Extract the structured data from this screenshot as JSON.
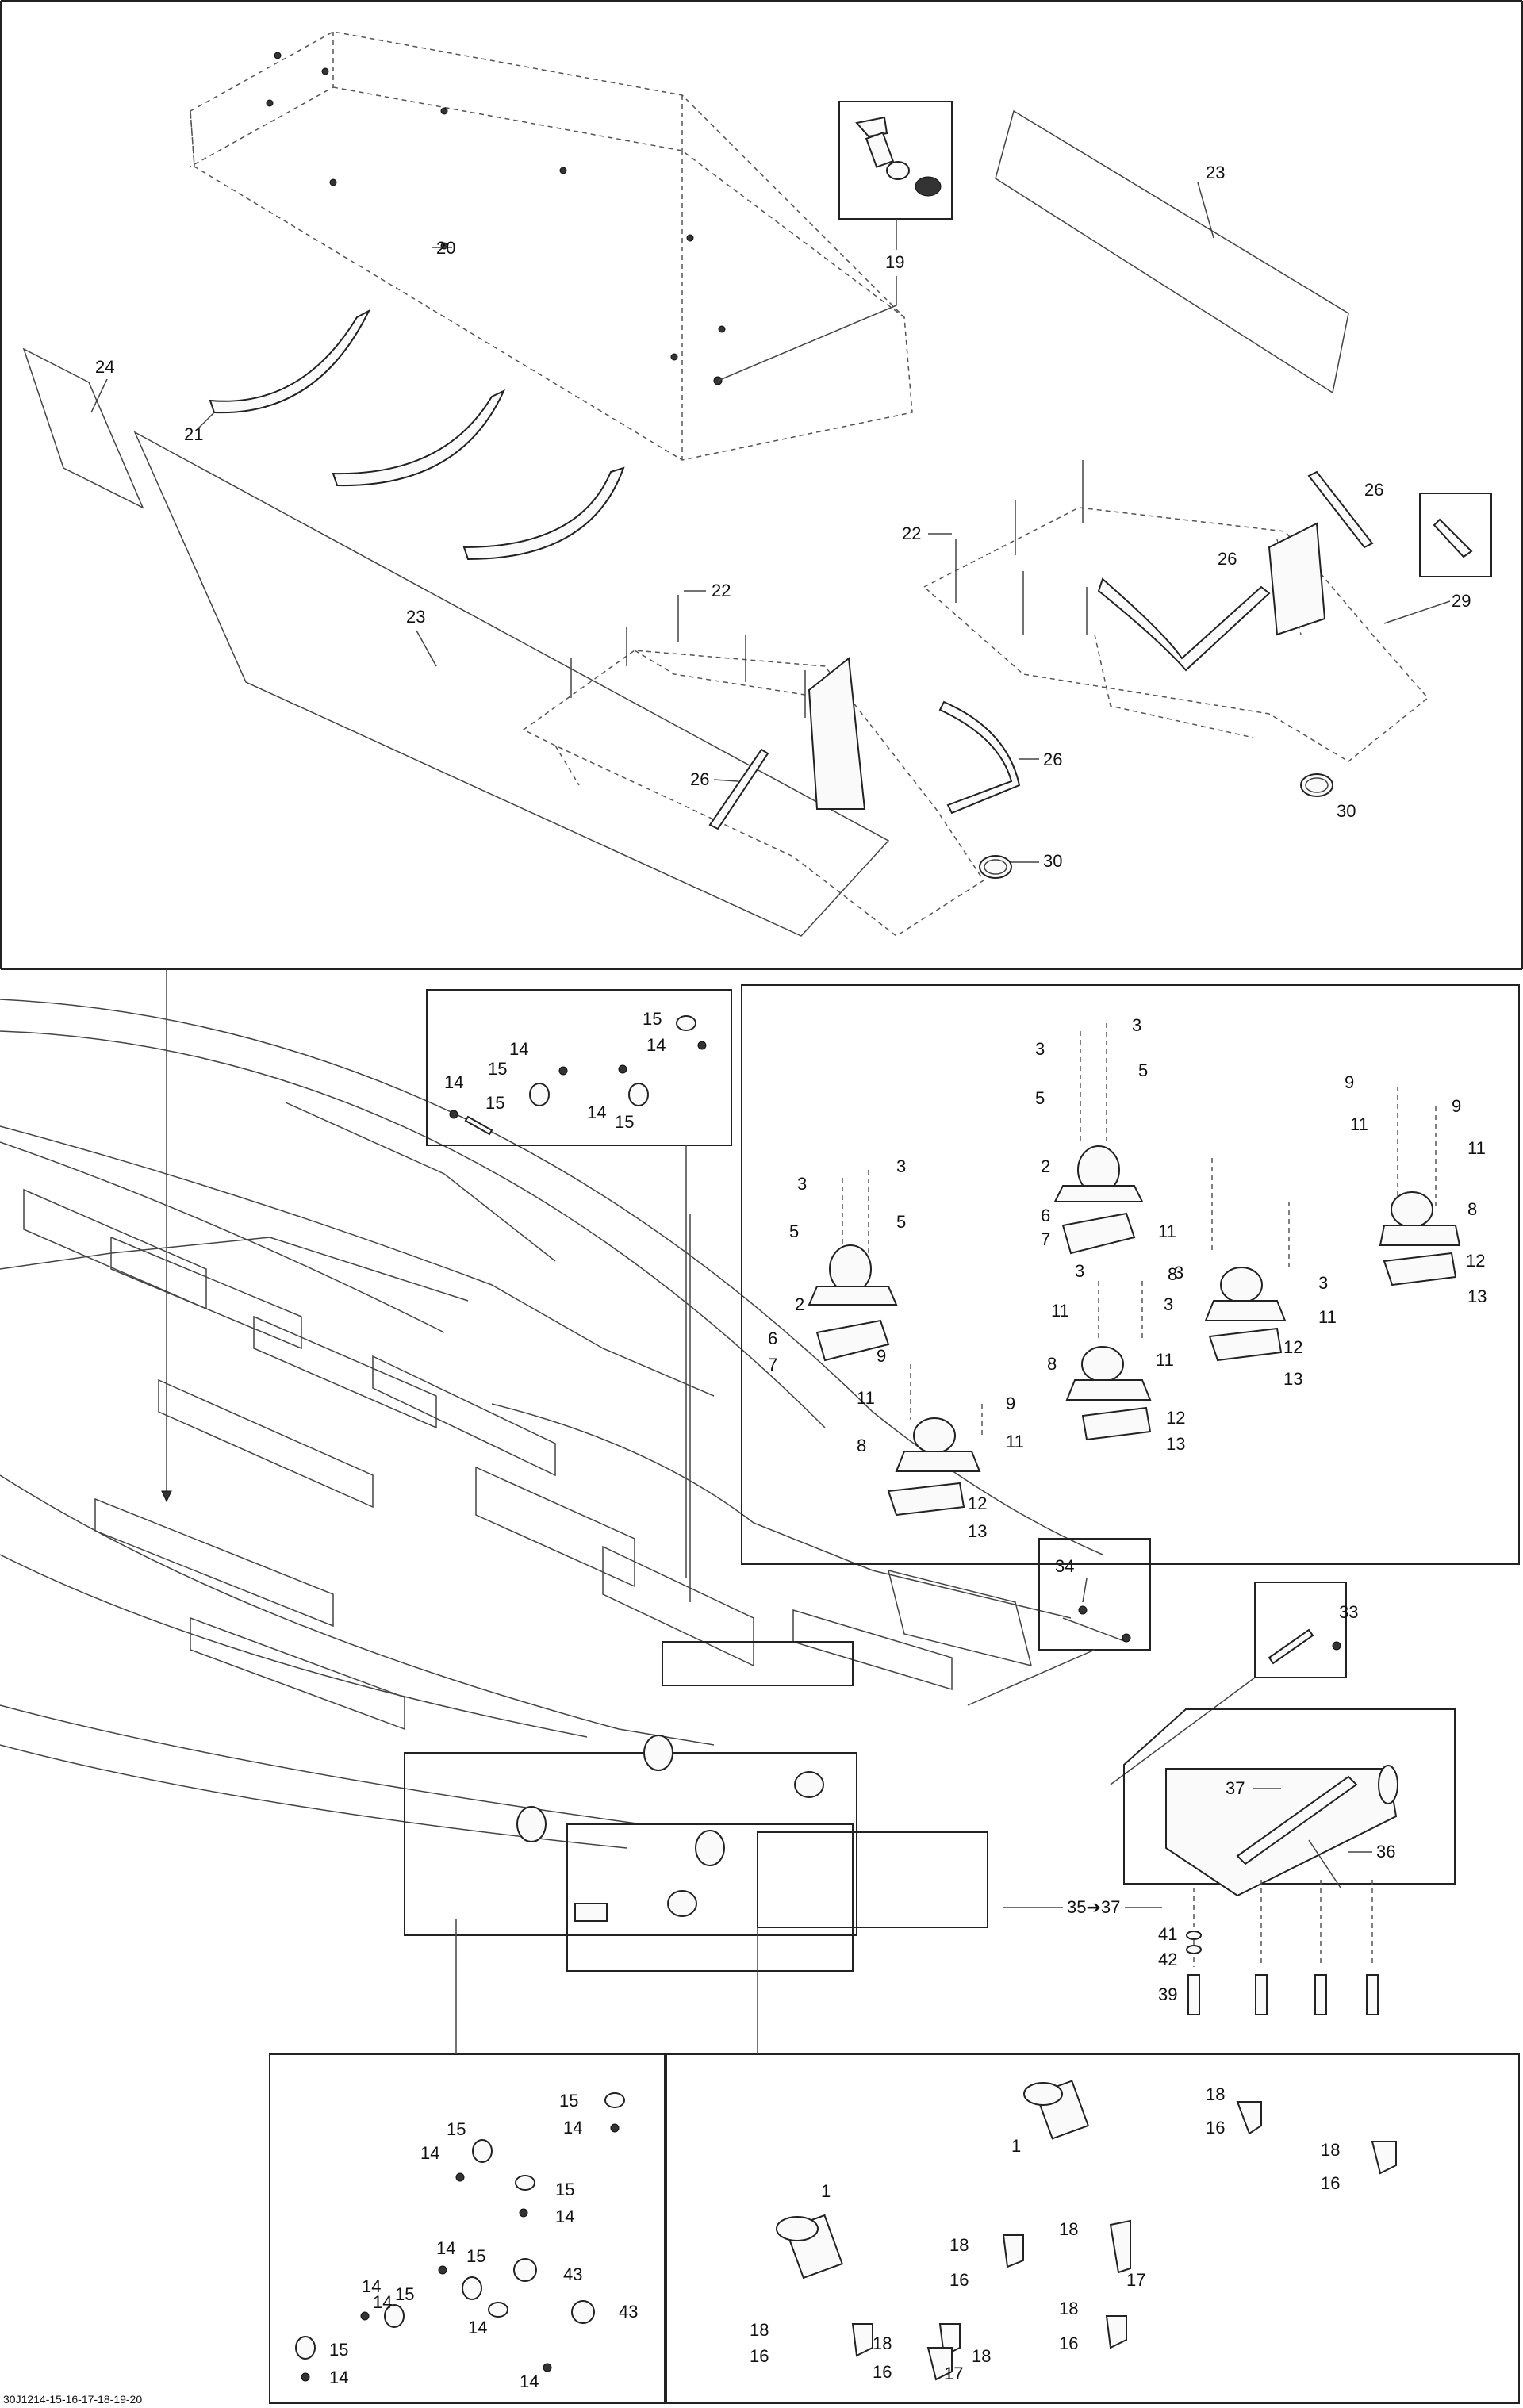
{
  "figure_code": "30J1214-15-16-17-18-19-20",
  "callouts": {
    "p19": "19",
    "p20": "20",
    "p21": "21",
    "p22a": "22",
    "p22b": "22",
    "p23a": "23",
    "p23b": "23",
    "p24": "24",
    "p26a": "26",
    "p26b": "26",
    "p26c": "26",
    "p26d": "26",
    "p29": "29",
    "p30a": "30",
    "p30b": "30",
    "mount_top_3a": "3",
    "mount_top_3b": "3",
    "mount_top_5a": "5",
    "mount_top_5b": "5",
    "mount_top_2": "2",
    "mount_top_6": "6",
    "mount_top_7": "7",
    "mount_left_3a": "3",
    "mount_left_3b": "3",
    "mount_left_5a": "5",
    "mount_left_5b": "5",
    "mount_left_2": "2",
    "mount_left_6": "6",
    "mount_left_7": "7",
    "mount_right_9a": "9",
    "mount_right_9b": "9",
    "mount_right_11a": "11",
    "mount_right_11b": "11",
    "mount_right_8": "8",
    "mount_right_12": "12",
    "mount_right_13": "13",
    "mount_mid_3a": "3",
    "mount_mid_3b": "3",
    "mount_mid_11a": "11",
    "mount_mid_11b": "11",
    "mount_mid_8": "8",
    "mount_mid_12": "12",
    "mount_mid_13": "13",
    "mount_c_3a": "3",
    "mount_c_3b": "3",
    "mount_c_11a": "11",
    "mount_c_11b": "11",
    "mount_c_8": "8",
    "mount_c_12": "12",
    "mount_c_13": "13",
    "mount_bot_9a": "9",
    "mount_bot_9b": "9",
    "mount_bot_11a": "11",
    "mount_bot_11b": "11",
    "mount_bot_8": "8",
    "mount_bot_12": "12",
    "mount_bot_13": "13",
    "clamp_top_15a": "15",
    "clamp_top_14a": "14",
    "clamp_top_14b": "14",
    "clamp_top_15b": "15",
    "clamp_top_15c": "15",
    "clamp_top_14c": "14",
    "clamp_top_14d": "14",
    "clamp_top_15d": "15",
    "p34": "34",
    "p33": "33",
    "p37": "37",
    "p36": "36",
    "p35_37": "35➔37",
    "p41": "41",
    "p42": "42",
    "p39": "39",
    "clamp_bot_15a": "15",
    "clamp_bot_14a": "14",
    "clamp_bot_15b": "15",
    "clamp_bot_14b": "14",
    "clamp_bot_15c": "15",
    "clamp_bot_14c": "14",
    "clamp_bot_14d": "14",
    "clamp_bot_15d": "15",
    "clamp_bot_14e": "14",
    "clamp_bot_15e": "15",
    "clamp_bot_43a": "43",
    "clamp_bot_14f": "14",
    "clamp_bot_15f": "15",
    "clamp_bot_14g": "14",
    "clamp_bot_43b": "43",
    "clamp_bot_14h": "14",
    "clamp_bot_14i": "14",
    "br_1a": "1",
    "br_1b": "1",
    "br_18a": "18",
    "br_16a": "16",
    "br_18b": "18",
    "br_16b": "16",
    "br_18c": "18",
    "br_16c": "16",
    "br_18d": "18",
    "br_17a": "17",
    "br_18e": "18",
    "br_16d": "16",
    "br_18f": "18",
    "br_16e": "16",
    "br_18g": "18",
    "br_16f": "16",
    "br_17b": "17",
    "br_18h": "18"
  }
}
